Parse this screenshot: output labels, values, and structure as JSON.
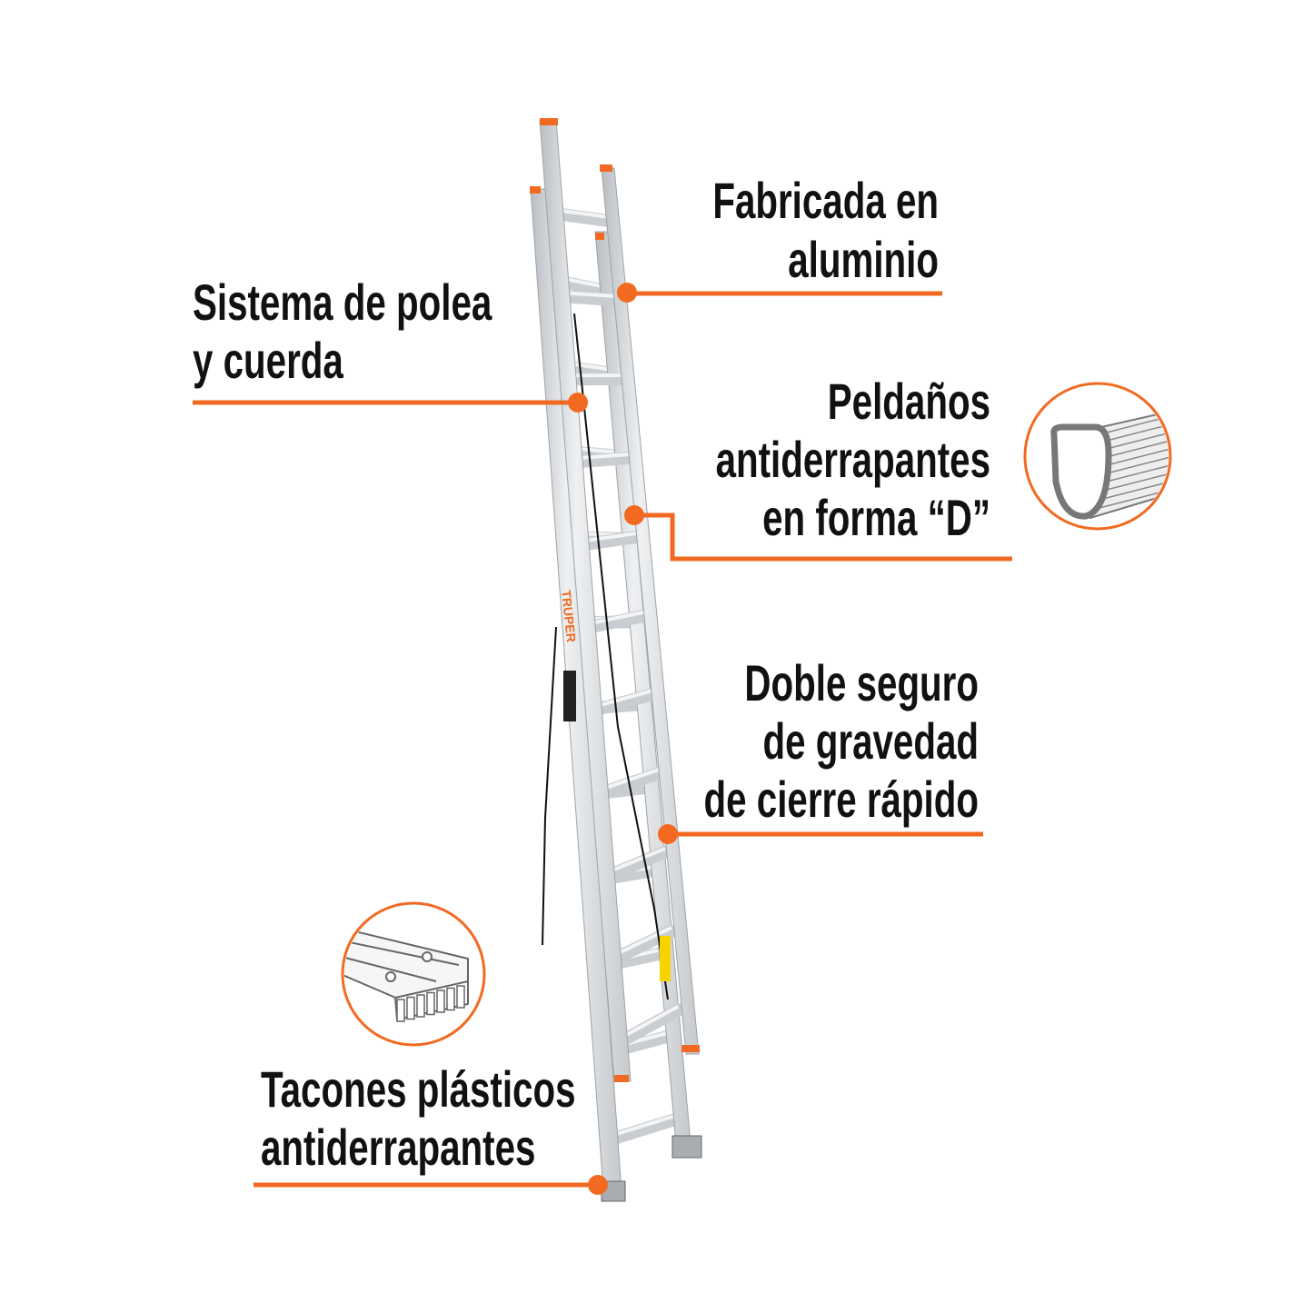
{
  "colors": {
    "accent": "#F26A21",
    "text": "#111111",
    "aluminum": "#D9DCDF"
  },
  "brand": "TRUPER",
  "callouts": {
    "aluminum": {
      "lines": [
        "Fabricada en",
        "aluminio"
      ]
    },
    "pulley": {
      "lines": [
        "Sistema de polea",
        "y cuerda"
      ]
    },
    "rungs": {
      "lines": [
        "Peldaños",
        "antiderrapantes",
        "en forma “D”"
      ]
    },
    "lock": {
      "lines": [
        "Doble seguro",
        "de gravedad",
        "de cierre rápido"
      ]
    },
    "feet": {
      "lines": [
        "Tacones plásticos",
        "antiderrapantes"
      ]
    }
  }
}
